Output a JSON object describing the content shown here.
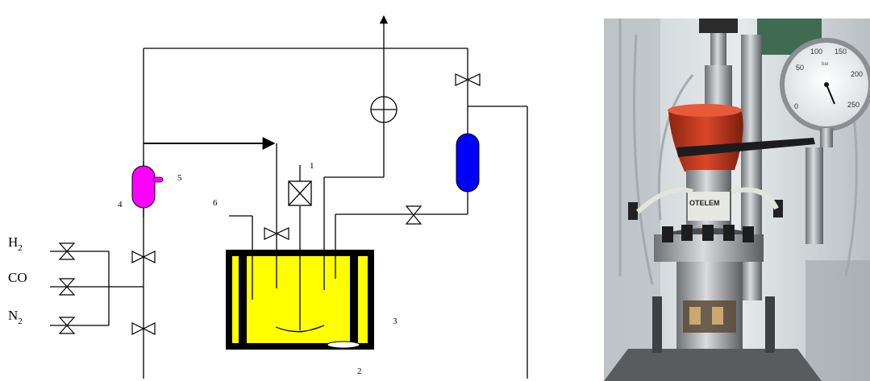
{
  "gases": [
    {
      "symbol": "H",
      "sub": "2"
    },
    {
      "symbol": "CO",
      "sub": ""
    },
    {
      "symbol": "N",
      "sub": "2"
    }
  ],
  "numbers": [
    "1",
    "2",
    "3",
    "4",
    "5",
    "6"
  ],
  "photo": {
    "gauge_scale": [
      "0",
      "50",
      "100",
      "150",
      "200",
      "250"
    ],
    "gauge_unit": "bar",
    "brand_fragment": "OTELEM"
  },
  "colors": {
    "reactor_fill": "#ffff00",
    "separator_fill": "#ff00ff",
    "trap_fill": "#0000ff",
    "gauge_cap": "#c0391e"
  }
}
